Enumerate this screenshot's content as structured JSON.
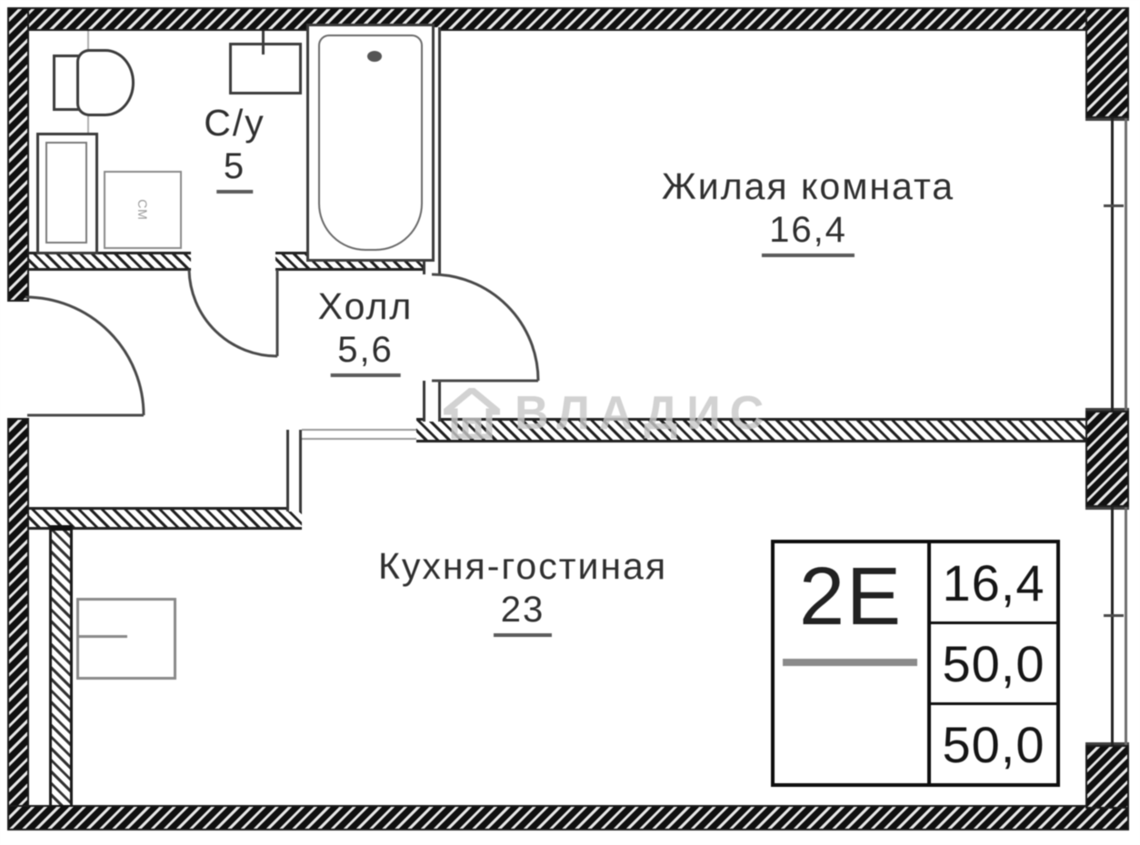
{
  "plan": {
    "watermark": "ВЛАДИС",
    "rooms": {
      "bathroom": {
        "name": "С/у",
        "area": "5"
      },
      "living_room": {
        "name": "Жилая комната",
        "area": "16,4"
      },
      "hall": {
        "name": "Холл",
        "area": "5,6"
      },
      "kitchen_living": {
        "name": "Кухня-гостиная",
        "area": "23"
      }
    },
    "stamp": {
      "apartment_type": "2Е",
      "living_area": "16,4",
      "total_area": "50,0",
      "overall_area": "50,0"
    },
    "fixtures": {
      "washing_machine": "СМ"
    },
    "colors": {
      "wall": "#1a1a1a",
      "line": "#4a4a4a",
      "text": "#303030",
      "watermark": "#c7c7c7"
    }
  }
}
